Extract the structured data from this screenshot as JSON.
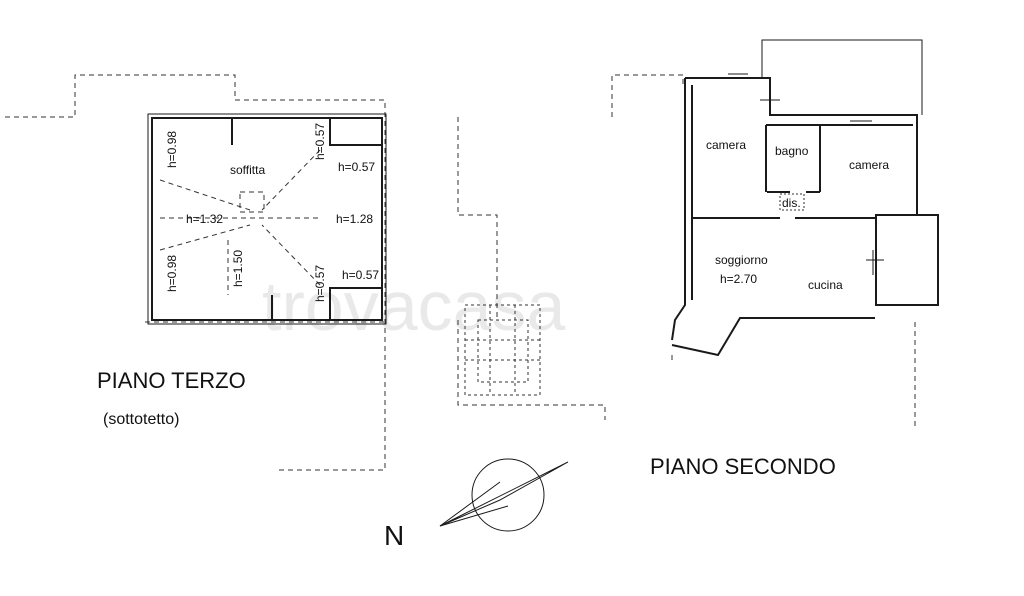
{
  "labels": {
    "piano_terzo": "PIANO TERZO",
    "sottotetto": "(sottotetto)",
    "piano_secondo": "PIANO SECONDO",
    "north": "N",
    "watermark": "trovacasa"
  },
  "rooms_third": {
    "soffitta": "soffitta",
    "h_098_top": "h=0.98",
    "h_057_top_vert": "h=0.57",
    "h_057_right_top": "h=0.57",
    "h_132": "h=1.32",
    "h_128": "h=1.28",
    "h_098_bottom": "h=0.98",
    "h_150": "h=1.50",
    "h_057_bottom_vert": "h=0.57",
    "h_057_right_bottom": "h=0.57"
  },
  "rooms_second": {
    "camera_left": "camera",
    "bagno": "bagno",
    "camera_right": "camera",
    "dis": "dis.",
    "soggiorno": "soggiorno",
    "soggiorno_h": "h=2.70",
    "cucina": "cucina"
  }
}
